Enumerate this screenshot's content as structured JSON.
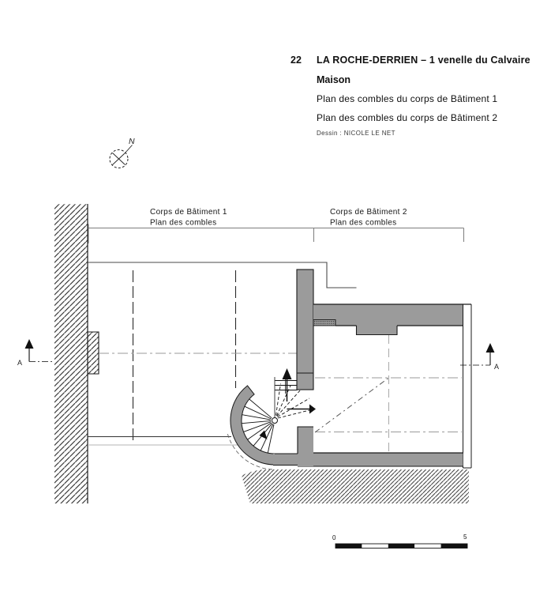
{
  "title_block": {
    "number": "22",
    "title": "LA ROCHE-DERRIEN – 1 venelle du Calvaire",
    "subtitle": "Maison",
    "line3": "Plan des combles du corps de Bâtiment 1",
    "line4": "Plan des combles du corps de Bâtiment 2",
    "credit": "Dessin : NICOLE LE NET"
  },
  "plan": {
    "north_label": "N",
    "building1_label": {
      "line1": "Corps de Bâtiment 1",
      "line2": "Plan des combles"
    },
    "building2_label": {
      "line1": "Corps de Bâtiment 2",
      "line2": "Plan des combles"
    },
    "section_left_label": "A",
    "section_right_label": "A"
  },
  "scale_bar": {
    "left_label": "0",
    "right_label": "5"
  },
  "colors": {
    "wall_fill": "#9b9b9b",
    "outline": "#1a1a1a",
    "axis_line": "#9a9a9a",
    "faint_line": "#b5b5b5",
    "background": "#ffffff"
  }
}
